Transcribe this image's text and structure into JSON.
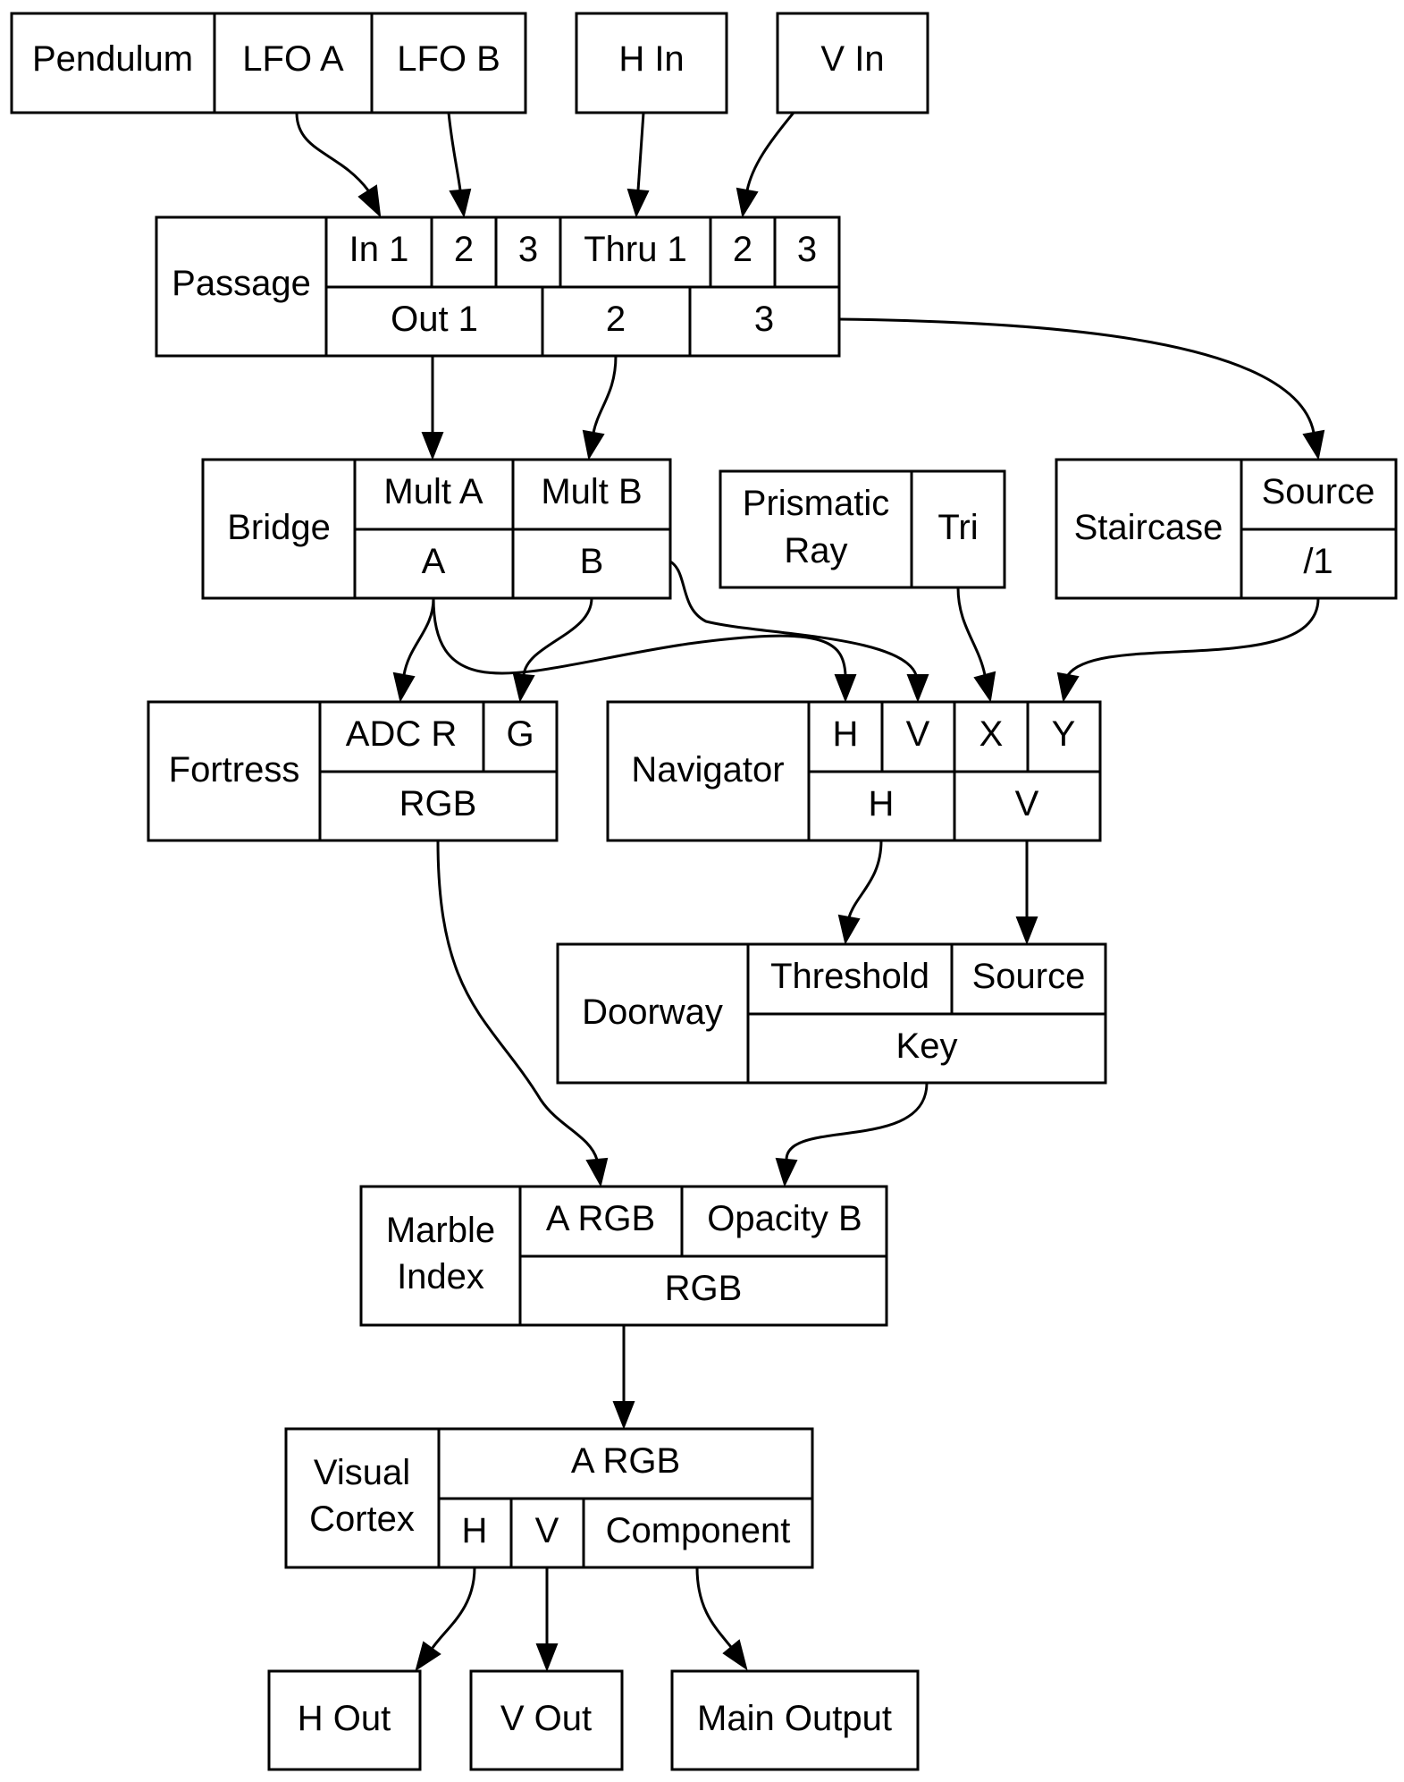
{
  "modules": {
    "pendulum": {
      "name": "Pendulum",
      "lfo_a": "LFO A",
      "lfo_b": "LFO B"
    },
    "h_in": {
      "name": "H In"
    },
    "v_in": {
      "name": "V In"
    },
    "passage": {
      "name": "Passage",
      "in_1": "In 1",
      "in_2": "2",
      "in_3": "3",
      "thru_1": "Thru 1",
      "thru_2": "2",
      "thru_3": "3",
      "out_1": "Out 1",
      "out_2": "2",
      "out_3": "3"
    },
    "bridge": {
      "name": "Bridge",
      "mult_a": "Mult A",
      "mult_b": "Mult B",
      "a": "A",
      "b": "B"
    },
    "prismatic_ray": {
      "name_line1": "Prismatic",
      "name_line2": "Ray",
      "tri": "Tri"
    },
    "staircase": {
      "name": "Staircase",
      "source": "Source",
      "div1": "/1"
    },
    "fortress": {
      "name": "Fortress",
      "adc_r": "ADC R",
      "g": "G",
      "rgb": "RGB"
    },
    "navigator": {
      "name": "Navigator",
      "in_h": "H",
      "in_v": "V",
      "in_x": "X",
      "in_y": "Y",
      "out_h": "H",
      "out_v": "V"
    },
    "doorway": {
      "name": "Doorway",
      "threshold": "Threshold",
      "source": "Source",
      "key": "Key"
    },
    "marble_index": {
      "name_line1": "Marble",
      "name_line2": "Index",
      "a_rgb": "A RGB",
      "opacity_b": "Opacity B",
      "rgb": "RGB"
    },
    "visual_cortex": {
      "name_line1": "Visual",
      "name_line2": "Cortex",
      "a_rgb": "A RGB",
      "h": "H",
      "v": "V",
      "component": "Component"
    },
    "h_out": {
      "name": "H Out"
    },
    "v_out": {
      "name": "V Out"
    },
    "main_output": {
      "name": "Main Output"
    }
  }
}
